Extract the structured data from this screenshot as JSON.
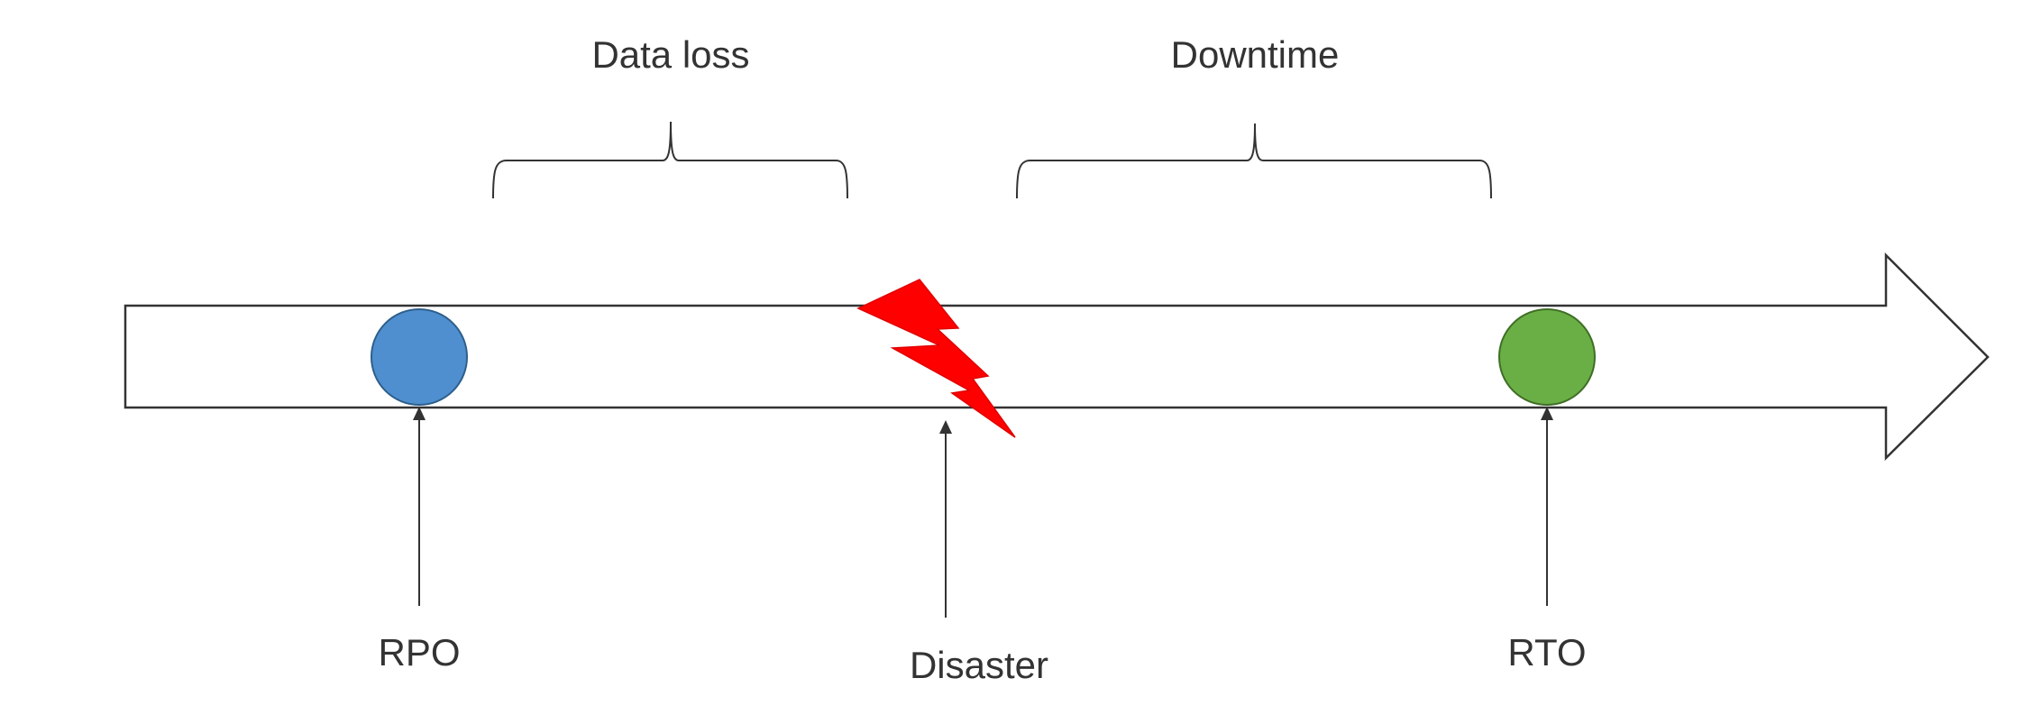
{
  "labels": {
    "data_loss": "Data loss",
    "downtime": "Downtime",
    "rpo": "RPO",
    "disaster": "Disaster",
    "rto": "RTO"
  },
  "colors": {
    "rpo_marker": "#4f8fcf",
    "rto_marker": "#6aaf45",
    "disaster_bolt": "#ff0000",
    "line": "#333333",
    "text": "#333333"
  },
  "icons": {
    "disaster": "lightning-bolt-icon"
  }
}
